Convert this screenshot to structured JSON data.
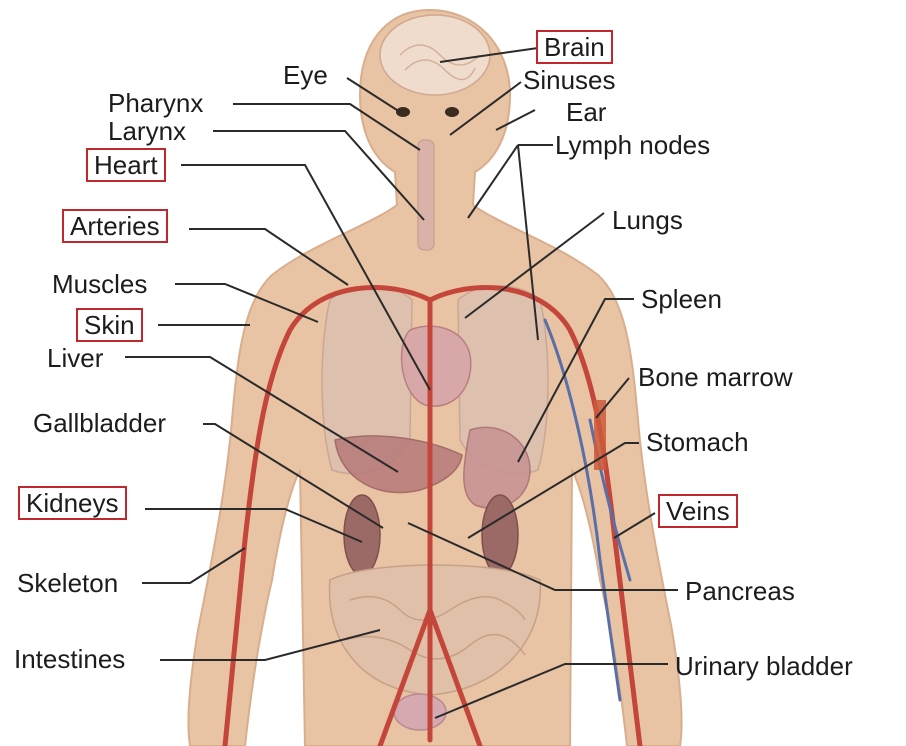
{
  "labels": {
    "brain": "Brain",
    "eye": "Eye",
    "sinuses": "Sinuses",
    "ear": "Ear",
    "pharynx": "Pharynx",
    "larynx": "Larynx",
    "heart": "Heart",
    "lymph_nodes": "Lymph nodes",
    "arteries": "Arteries",
    "lungs": "Lungs",
    "muscles": "Muscles",
    "spleen": "Spleen",
    "skin": "Skin",
    "liver": "Liver",
    "bone_marrow": "Bone marrow",
    "gallbladder": "Gallbladder",
    "stomach": "Stomach",
    "kidneys": "Kidneys",
    "veins": "Veins",
    "skeleton": "Skeleton",
    "pancreas": "Pancreas",
    "intestines": "Intestines",
    "urinary_bladder": "Urinary bladder"
  },
  "highlighted": [
    "Brain",
    "Heart",
    "Arteries",
    "Skin",
    "Kidneys",
    "Veins"
  ],
  "colors": {
    "highlight_box": "#c0282d",
    "skin_tone": "#e8c3a4",
    "artery": "#c4453a",
    "vein": "#5a6fa8"
  }
}
